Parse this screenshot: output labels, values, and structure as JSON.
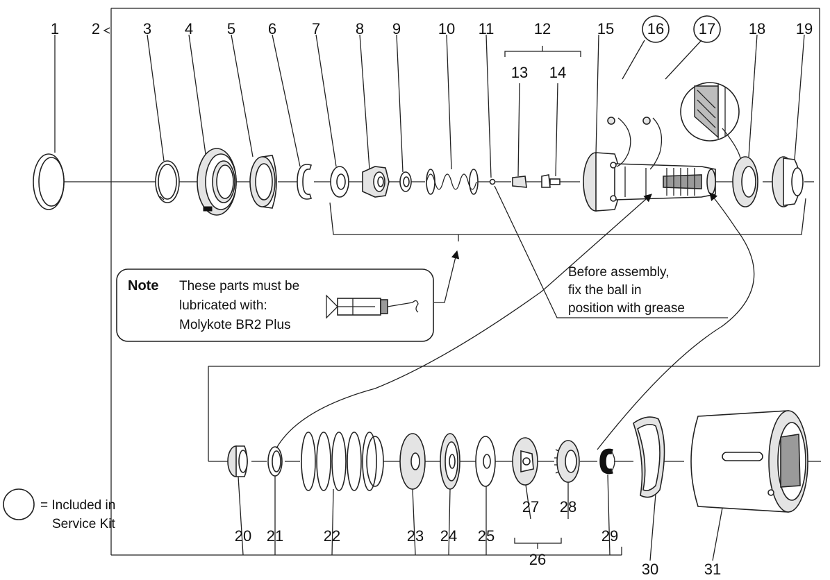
{
  "part_numbers": {
    "p1": "1",
    "p2": "2",
    "p3": "3",
    "p4": "4",
    "p5": "5",
    "p6": "6",
    "p7": "7",
    "p8": "8",
    "p9": "9",
    "p10": "10",
    "p11": "11",
    "p12": "12",
    "p13": "13",
    "p14": "14",
    "p15": "15",
    "p16": "16",
    "p17": "17",
    "p18": "18",
    "p19": "19",
    "p20": "20",
    "p21": "21",
    "p22": "22",
    "p23": "23",
    "p24": "24",
    "p25": "25",
    "p26": "26",
    "p27": "27",
    "p28": "28",
    "p29": "29",
    "p30": "30",
    "p31": "31"
  },
  "service_kit_parts": [
    "16",
    "17"
  ],
  "note": {
    "title": "Note",
    "line1": "These parts must be",
    "line2": "lubricated with:",
    "line3": "Molykote BR2 Plus"
  },
  "grease_note": {
    "line1": "Before assembly,",
    "line2": "fix the ball in",
    "line3": "position with grease"
  },
  "legend": {
    "line1": "= Included in",
    "line2": "Service Kit"
  }
}
